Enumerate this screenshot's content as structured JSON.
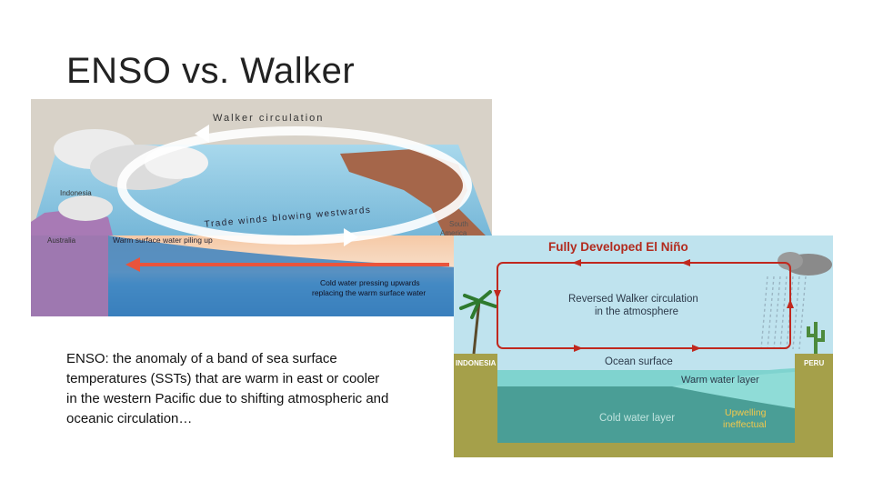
{
  "slide": {
    "title": "ENSO vs. Walker",
    "body": "ENSO: the anomaly of a band of sea surface temperatures (SSTs) that are warm in east or cooler in the western Pacific due to shifting atmospheric and oceanic circulation…"
  },
  "figure_walker": {
    "circulation_label": "Walker circulation",
    "indonesia": "Indonesia",
    "australia": "Australia",
    "south_america_1": "South",
    "south_america_2": "America",
    "trade_winds": "Trade winds blowing westwards",
    "warm_water": "Warm surface water piling up",
    "cold_water_1": "Cold water pressing upwards",
    "cold_water_2": "replacing the warm surface water"
  },
  "figure_elnino": {
    "title": "Fully Developed El Niño",
    "reversed_1": "Reversed Walker circulation",
    "reversed_2": "in the atmosphere",
    "indonesia": "INDONESIA",
    "peru": "PERU",
    "ocean_surface": "Ocean surface",
    "warm_layer": "Warm water layer",
    "cold_layer": "Cold water layer",
    "upwelling_1": "Upwelling",
    "upwelling_2": "ineffectual"
  },
  "colors": {
    "title_text": "#222222",
    "elnino_arrow": "#c0281e",
    "elnino_title": "#b22a1e",
    "ocean_cold": "#4a9e96",
    "ocean_warm": "#7fd3cf",
    "sky": "#bfe3ee",
    "land": "#a5a04a",
    "walker_ocean": "#8ec9e3",
    "walker_land": "#a5664a",
    "warm_arrow": "#e9543c"
  }
}
